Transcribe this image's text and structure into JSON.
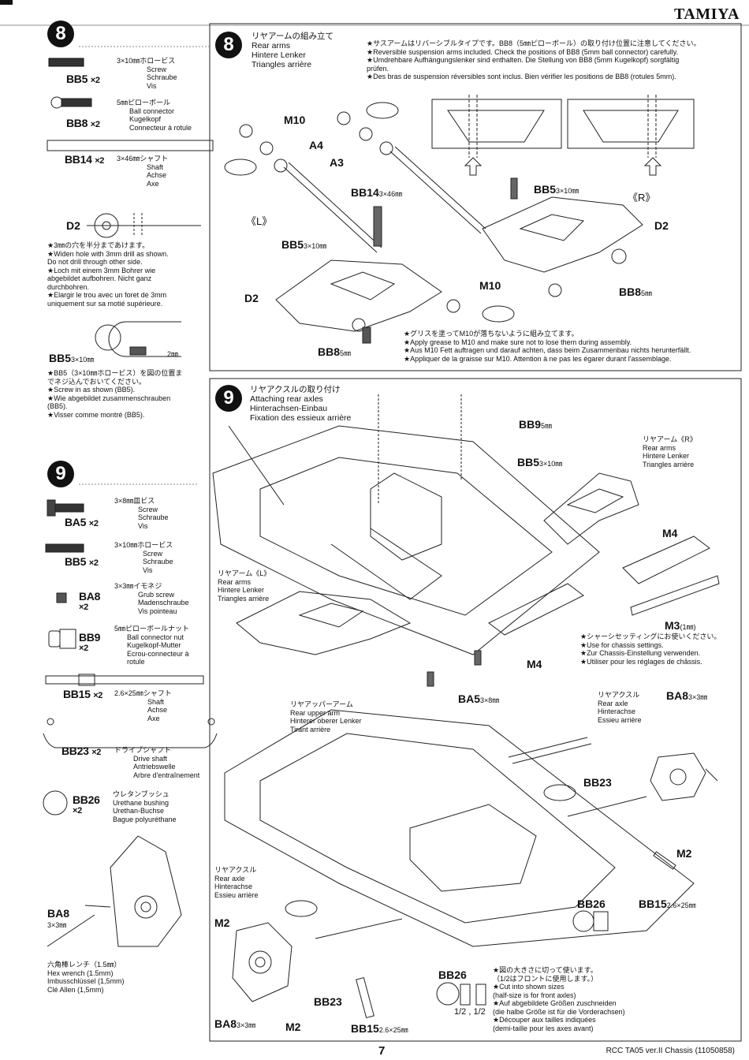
{
  "header": {
    "brand": "TAMIYA"
  },
  "footer": {
    "page_number": "7",
    "doc_ref": "RCC TA05 ver.II Chassis (11050858)"
  },
  "sidebar_step8": {
    "number": "8",
    "parts": [
      {
        "code": "BB5",
        "qty": "×2",
        "desc": [
          "3×10㎜ホロービス",
          "Screw",
          "Schraube",
          "Vis"
        ]
      },
      {
        "code": "BB8",
        "qty": "×2",
        "desc": [
          "5㎜ピローボール",
          "Ball connector",
          "Kugelkopf",
          "Connecteur à rotule"
        ]
      },
      {
        "code": "BB14",
        "qty": "×2",
        "desc": [
          "3×46㎜シャフト",
          "Shaft",
          "Achse",
          "Axe"
        ]
      }
    ],
    "d2_label": "D2",
    "d2_notes": [
      "★3㎜の穴を半分まであけます。",
      "★Widen hole with 3mm drill as shown.",
      "Do not drill through other side.",
      "★Loch mit einem 3mm Bohrer wie",
      "abgebildet aufbohren. Nicht ganz",
      "durchbohren.",
      "★Elargir le trou avec un foret de 3mm",
      "uniquement sur sa motié supérieure."
    ],
    "bb5_label": "BB5",
    "bb5_size": "3×10㎜",
    "dim_2mm": "2㎜",
    "bb5_notes": [
      "★BB5（3×10㎜ホロービス）を図の位置ま",
      "でネジ込んでおいてください。",
      "★Screw in as shown (BB5).",
      "★Wie abgebildet zusammenschrauben",
      "(BB5).",
      "★Visser comme montré (BB5)."
    ]
  },
  "sidebar_step9": {
    "number": "9",
    "parts": [
      {
        "code": "BA5",
        "qty": "×2",
        "desc": [
          "3×8㎜皿ビス",
          "Screw",
          "Schraube",
          "Vis"
        ]
      },
      {
        "code": "BB5",
        "qty": "×2",
        "desc": [
          "3×10㎜ホロービス",
          "Screw",
          "Schraube",
          "Vis"
        ]
      },
      {
        "code": "BA8",
        "qty": "×2",
        "desc": [
          "3×3㎜イモネジ",
          "Grub screw",
          "Madenschraube",
          "Vis pointeau"
        ]
      },
      {
        "code": "BB9",
        "qty": "×2",
        "desc": [
          "5㎜ピローボールナット",
          "Ball connector nut",
          "Kugelkopf-Mutter",
          "Ecrou-connecteur à",
          "rotule"
        ]
      },
      {
        "code": "BB15",
        "qty": "×2",
        "desc": [
          "2.6×25㎜シャフト",
          "Shaft",
          "Achse",
          "Axe"
        ]
      },
      {
        "code": "BB23",
        "qty": "×2",
        "desc": [
          "ドライブシャフト",
          "Drive shaft",
          "Antriebswelle",
          "Arbre d'entraînement"
        ]
      },
      {
        "code": "BB26",
        "qty": "×2",
        "desc": [
          "ウレタンブッシュ",
          "Urethane bushing",
          "Urethan-Buchse",
          "Bague polyuréthane"
        ]
      }
    ],
    "ba8_label": "BA8",
    "ba8_size": "3×3㎜",
    "hex_wrench": [
      "六角棒レンチ（1.5㎜）",
      "Hex wrench (1.5mm)",
      "Imbusschlüssel (1,5mm)",
      "Clé Allen (1,5mm)"
    ]
  },
  "step8": {
    "number": "8",
    "title": [
      "リヤアームの組み立て",
      "Rear arms",
      "Hintere Lenker",
      "Triangles arrière"
    ],
    "notes": [
      "★サスアームはリバーシブルタイプです。BB8（5㎜ピローボール）の取り付け位置に注意してください。",
      "★Reversible suspension arms included. Check the positions of BB8 (5mm ball connector) carefully.",
      "★Umdrehbare Aufhängungslenker sind enthalten. Die Stellung von BB8 (5mm Kugelkopf) sorgfältig",
      "prüfen.",
      "★Des bras de suspension réversibles sont inclus. Bien vérifier les positions de BB8 (rotules 5mm)."
    ],
    "labels": {
      "m10_top": "M10",
      "a4": "A4",
      "a3": "A3",
      "bb14": "BB14",
      "bb14_size": "3×46㎜",
      "bb5_right": "BB5",
      "bb5_right_size": "3×10㎜",
      "r": "《R》",
      "l": "《L》",
      "d2_right": "D2",
      "d2_left": "D2",
      "bb5_left": "BB5",
      "bb5_left_size": "3×10㎜",
      "m10_bottom": "M10",
      "bb8_right": "BB8",
      "bb8_right_size": "5㎜",
      "bb8_bottom": "BB8",
      "bb8_bottom_size": "5㎜"
    },
    "grease_notes": [
      "★グリスを塗ってM10が落ちないように組み立てます。",
      "★Apply grease to M10 and make sure not to lose them during assembly.",
      "★Aus M10 Fett auftragen und darauf achten, dass beim Zusammenbau nichts herunterfällt.",
      "★Appliquer de la graisse sur M10. Attention à ne pas les égarer durant l'assemblage."
    ]
  },
  "step9": {
    "number": "9",
    "title": [
      "リヤアクスルの取り付け",
      "Attaching rear axles",
      "Hinterachsen-Einbau",
      "Fixation des essieux arrière"
    ],
    "labels": {
      "bb9": "BB9",
      "bb9_size": "5㎜",
      "bb5": "BB5",
      "bb5_size": "3×10㎜",
      "rear_arm_r": [
        "リヤアーム《R》",
        "Rear arms",
        "Hintere Lenker",
        "Triangles arrière"
      ],
      "rear_arm_l": [
        "リヤアーム《L》",
        "Rear arms",
        "Hintere Lenker",
        "Triangles arrière"
      ],
      "m4_top": "M4",
      "m4_bottom": "M4",
      "m3": "M3",
      "m3_size": "(1㎜)",
      "ba5": "BA5",
      "ba5_size": "3×8㎜",
      "rear_upper_arm": [
        "リヤアッパーアーム",
        "Rear upper arm",
        "Hinterer oberer Lenker",
        "Tirant arrière"
      ],
      "rear_axle_r": [
        "リヤアクスル",
        "Rear axle",
        "Hinterachse",
        "Essieu arrière"
      ],
      "ba8_top": "BA8",
      "ba8_top_size": "3×3㎜",
      "bb23_top": "BB23",
      "m2_right": "M2",
      "bb26_right": "BB26",
      "bb15_right": "BB15",
      "bb15_right_size": "2.6×25㎜",
      "rear_axle_l": [
        "リヤアクスル",
        "Rear axle",
        "Hinterachse",
        "Essieu arrière"
      ],
      "m2_left": "M2",
      "bb23_bottom": "BB23",
      "ba8_bottom": "BA8",
      "ba8_bottom_size": "3×3㎜",
      "m2_bottom": "M2",
      "bb15_bottom": "BB15",
      "bb15_bottom_size": "2.6×25㎜",
      "bb26_bottom": "BB26",
      "fraction": "1/2 , 1/2"
    },
    "chassis_notes": [
      "★シャーシセッティングにお使いください。",
      "★Use for chassis settings.",
      "★Zur Chassis-Einstellung verwenden.",
      "★Utiliser pour les réglages de châssis."
    ],
    "cut_notes": [
      "★図の大きさに切って使います。",
      "（1/2はフロントに使用します。）",
      "★Cut into shown sizes",
      "(half-size is for front axles)",
      "★Auf abgebildete Größen zuschneiden",
      "(die halbe Größe ist für die Vorderachsen)",
      "★Découper aux tailles indiquées",
      "(demi-taille pour les axes avant)"
    ]
  }
}
